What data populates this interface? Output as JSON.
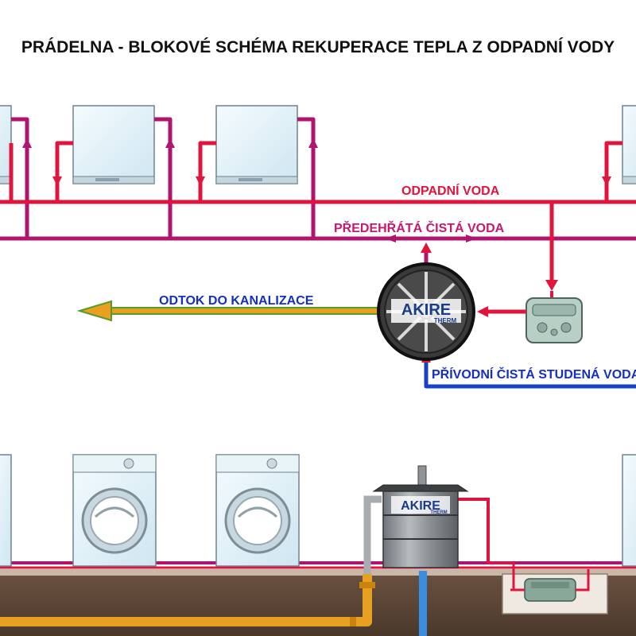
{
  "title": "PRÁDELNA - BLOKOVÉ SCHÉMA REKUPERACE TEPLA Z ODPADNÍ VODY",
  "labels": {
    "waste_water": "ODPADNÍ VODA",
    "preheated_water": "PŘEDEHŘÁTÁ ČISTÁ VODA",
    "drain": "ODTOK DO KANALIZACE",
    "cold_supply": "PŘÍVODNÍ ČISTÁ STUDENÁ VODA"
  },
  "logos": {
    "exchanger_logo": "AKIRE",
    "exchanger_logo_sub": "THERM",
    "tank_logo": "AKIRE",
    "tank_logo_sub": "THERM"
  },
  "colors": {
    "waste": "#e0143c",
    "preheated": "#b0146e",
    "drain": "#e8a020",
    "drain_edge": "#5a9a2a",
    "cold": "#1840c8",
    "label_red": "#e0143c",
    "label_magenta": "#c8186e",
    "label_blue": "#1430c0",
    "ground": "#5a4434",
    "appliance": "#dceef6",
    "pipe_grey": "#a8acb0"
  }
}
